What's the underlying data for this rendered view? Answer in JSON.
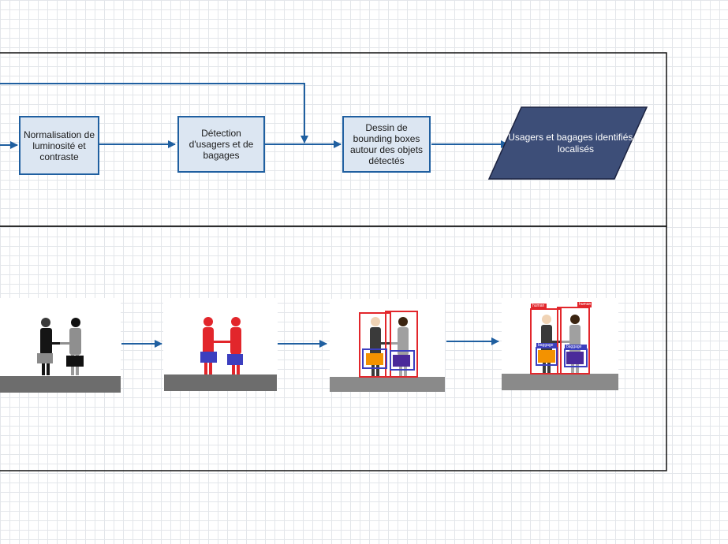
{
  "flow": {
    "step_normalisation": "Normalisation de luminosité et contraste",
    "step_detection": "Détection d'usagers et de bagages",
    "step_dessin": "Dessin de bounding boxes autour des objets détectés",
    "output": "Usagers et bagages identifiés et localisés"
  },
  "images": {
    "label_person": "human",
    "label_bag": "baggage"
  },
  "colors": {
    "arrow": "#1f5fa0",
    "box_fill": "#dce6f2",
    "box_border": "#1f5fa0",
    "output_fill": "#3d4e78",
    "person_box": "#e2262b",
    "bag_box": "#3c3fbf",
    "silhouette_red": "#e2262b"
  }
}
